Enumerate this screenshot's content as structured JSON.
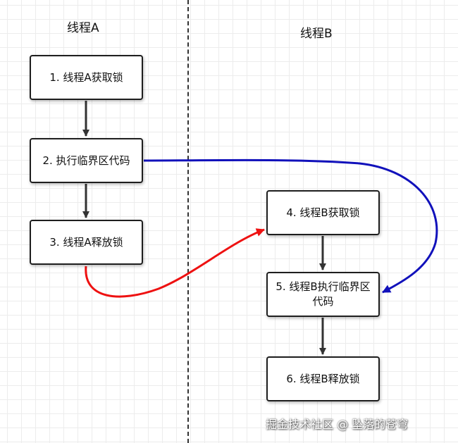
{
  "lanes": {
    "a": "线程A",
    "b": "线程B"
  },
  "steps": [
    "1. 线程A获取锁",
    "2. 执行临界区代码",
    "3. 线程A释放锁",
    "4. 线程B获取锁",
    "5. 线程B执行临界区代码",
    "6. 线程B释放锁"
  ],
  "colors": {
    "box_border": "#1e1e1e",
    "arrow_dark": "#333333",
    "arrow_red": "#ee1111",
    "arrow_blue": "#1111bb"
  },
  "watermark": "掘金技术社区 @ 坠落的苍穹"
}
